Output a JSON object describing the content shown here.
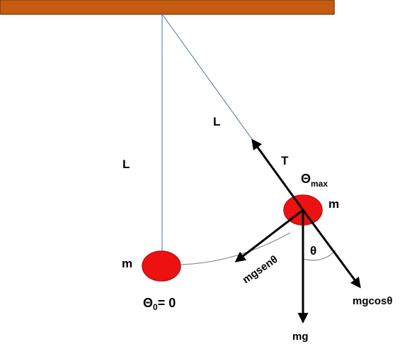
{
  "colors": {
    "ceiling_fill": "#c55a11",
    "ceiling_stroke": "#8c3d0b",
    "bob_fill": "#ee1111",
    "bob_stroke": "#b81414",
    "string": "#4a6fb0",
    "arc": "#888888",
    "vector": "#000000"
  },
  "labels": {
    "length_vertical": "L",
    "length_inclined": "L",
    "tension": "T",
    "theta_max_symbol": "Θ",
    "theta_max_subscript": "max",
    "mass_rest": "m",
    "mass_displaced": "m",
    "theta_angle": "θ",
    "force_tangential": "mgsenθ",
    "force_normal": "mgcosθ",
    "force_weight": "mg",
    "initial_angle_symbol": "Θ",
    "initial_angle_subscript": "0",
    "initial_angle_value": "= 0"
  }
}
